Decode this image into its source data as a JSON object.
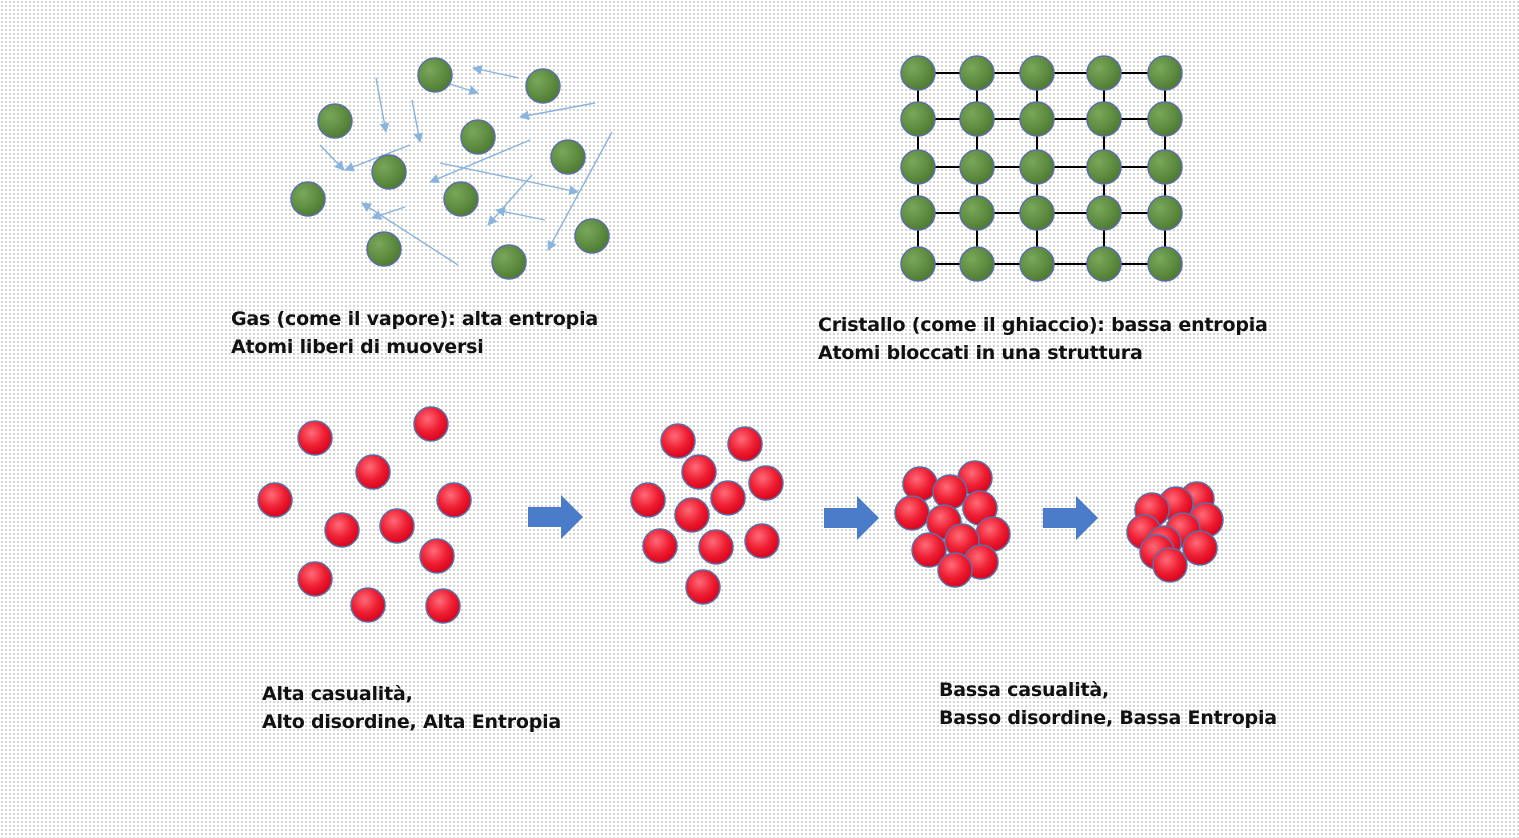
{
  "captions": {
    "gas": {
      "line1": "Gas (come il vapore): alta entropia",
      "line2": "Atomi liberi di muoversi"
    },
    "crystal": {
      "line1": "Cristallo (come il ghiaccio): bassa entropia",
      "line2": "Atomi bloccati in una struttura"
    },
    "high": {
      "line1": "Alta casualità,",
      "line2": "Alto disordine, Alta Entropia"
    },
    "low": {
      "line1": "Bassa casualità,",
      "line2": "Basso disordine, Bassa Entropia"
    }
  },
  "colors": {
    "green_atom": "#5a8a3a",
    "red_atom": "#e8102a",
    "atom_outline": "#5b6fa8",
    "motion_arrow": "#8ab4e0",
    "process_arrow": "#4a7cc9",
    "lattice_line": "#000000"
  },
  "icons": [
    "gas-atom",
    "motion-arrow-icon",
    "crystal-atom",
    "red-atom",
    "process-arrow-icon"
  ]
}
